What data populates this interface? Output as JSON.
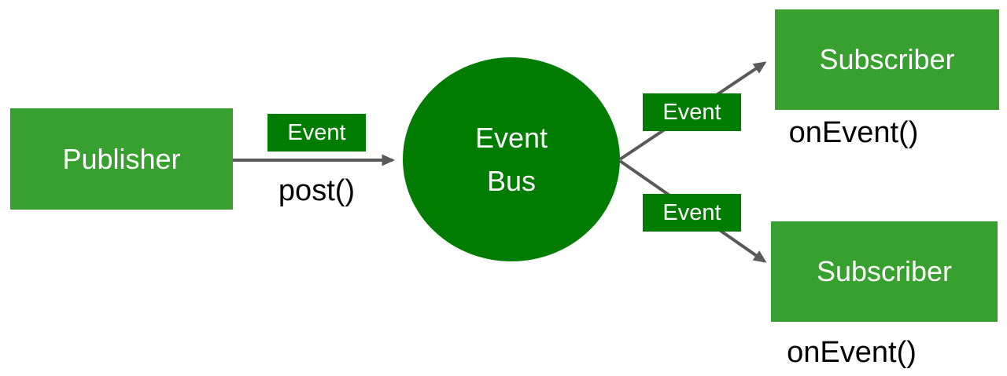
{
  "colors": {
    "node_green": "#38A02E",
    "bus_green": "#007D00",
    "arrow_gray": "#595959",
    "label_text": "#FFFFFF",
    "method_text": "#000000",
    "background": "#FFFFFF"
  },
  "nodes": {
    "publisher": {
      "label": "Publisher"
    },
    "event_bus": {
      "line1": "Event",
      "line2": "Bus"
    },
    "subscriber_top": {
      "label": "Subscriber",
      "method": "onEvent()"
    },
    "subscriber_bottom": {
      "label": "Subscriber",
      "method": "onEvent()"
    }
  },
  "edges": {
    "publisher_to_bus": {
      "badge": "Event",
      "method": "post()"
    },
    "bus_to_subscriber_top": {
      "badge": "Event"
    },
    "bus_to_subscriber_bottom": {
      "badge": "Event"
    }
  }
}
